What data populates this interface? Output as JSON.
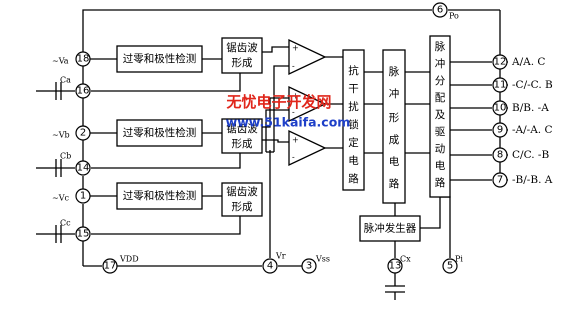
{
  "blocks": {
    "zero_cross": "过零和极性检测",
    "sawtooth_line1": "锯齿波",
    "sawtooth_line2": "形成",
    "anti_interference": [
      "抗",
      "干",
      "扰",
      "锁",
      "定",
      "电",
      "路"
    ],
    "pulse_forming": [
      "脉",
      "冲",
      "形",
      "成",
      "电",
      "路"
    ],
    "pulse_distribution": [
      "脉",
      "冲",
      "分",
      "配",
      "及",
      "驱",
      "动",
      "电",
      "路"
    ],
    "pulse_generator": "脉冲发生器"
  },
  "pins": {
    "p18": "18",
    "p16": "16",
    "p2": "2",
    "p14": "14",
    "p1": "1",
    "p15": "15",
    "p17": "17",
    "p4": "4",
    "p3": "3",
    "p13": "13",
    "p5": "5",
    "p6": "6",
    "p12": "12",
    "p11": "11",
    "p10": "10",
    "p9": "9",
    "p8": "8",
    "p7": "7"
  },
  "labels": {
    "va": "~Va",
    "ca": "Ca",
    "vb": "~Vb",
    "cb": "Cb",
    "vc": "~Vc",
    "cc": "Cc",
    "vdd": "VDD",
    "vr": "Vr",
    "vss": "Vss",
    "cx": "Cx",
    "pi": "Pi",
    "po": "Po",
    "out12": "A/A. C",
    "out11": "-C/-C. B",
    "out10": "B/B. -A",
    "out9": "-A/-A. C",
    "out8": "C/C. -B",
    "out7": "-B/-B. A"
  },
  "watermark": {
    "line1": "无忧电子开发网",
    "line2": "www.51kaifa.com"
  }
}
